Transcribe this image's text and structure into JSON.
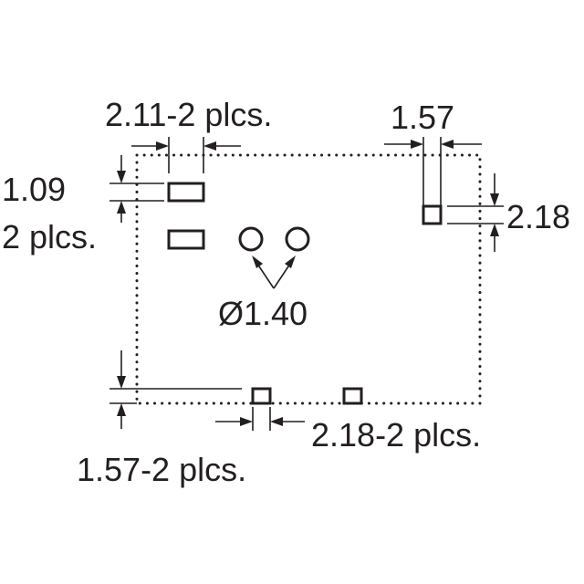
{
  "diagram": {
    "labels": {
      "pad_width": "2.11-2 plcs.",
      "pad_pitch_top": "1.57",
      "pad_height_line1": "1.09",
      "pad_height_line2": "2 plcs.",
      "pad_offset_right": "2.18",
      "hole_diameter": "Ø1.40",
      "pad_spacing_bottom": "2.18-2 plcs.",
      "pad_offset_bottom": "1.57-2 plcs."
    },
    "colors": {
      "line": "#231f20",
      "background": "#ffffff"
    }
  }
}
